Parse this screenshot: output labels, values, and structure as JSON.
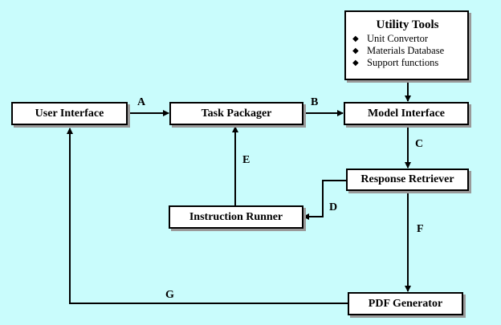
{
  "utility_tools": {
    "title": "Utility Tools",
    "items": [
      "Unit Convertor",
      "Materials Database",
      "Support functions"
    ]
  },
  "boxes": {
    "user_interface": "User Interface",
    "task_packager": "Task  Packager",
    "model_interface": "Model Interface",
    "response_retriever": "Response Retriever",
    "instruction_runner": "Instruction Runner",
    "pdf_generator": "PDF Generator"
  },
  "edges": {
    "a": "A",
    "b": "B",
    "c": "C",
    "d": "D",
    "e": "E",
    "f": "F",
    "g": "G"
  }
}
